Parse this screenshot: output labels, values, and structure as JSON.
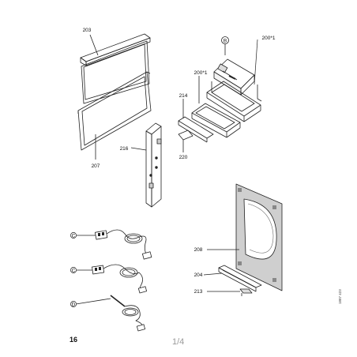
{
  "page": {
    "number": "16",
    "sheet": "1/4",
    "doc_ref": "1887 423"
  },
  "labels": {
    "l203": "203",
    "l207": "207",
    "lB": "B",
    "l200a": "200*1",
    "l200b": "200*1",
    "l214": "214",
    "l216": "216",
    "l220": "220",
    "l208": "208",
    "l204": "204",
    "l213": "213",
    "lC1": "C",
    "lC2": "C",
    "lD": "D"
  }
}
